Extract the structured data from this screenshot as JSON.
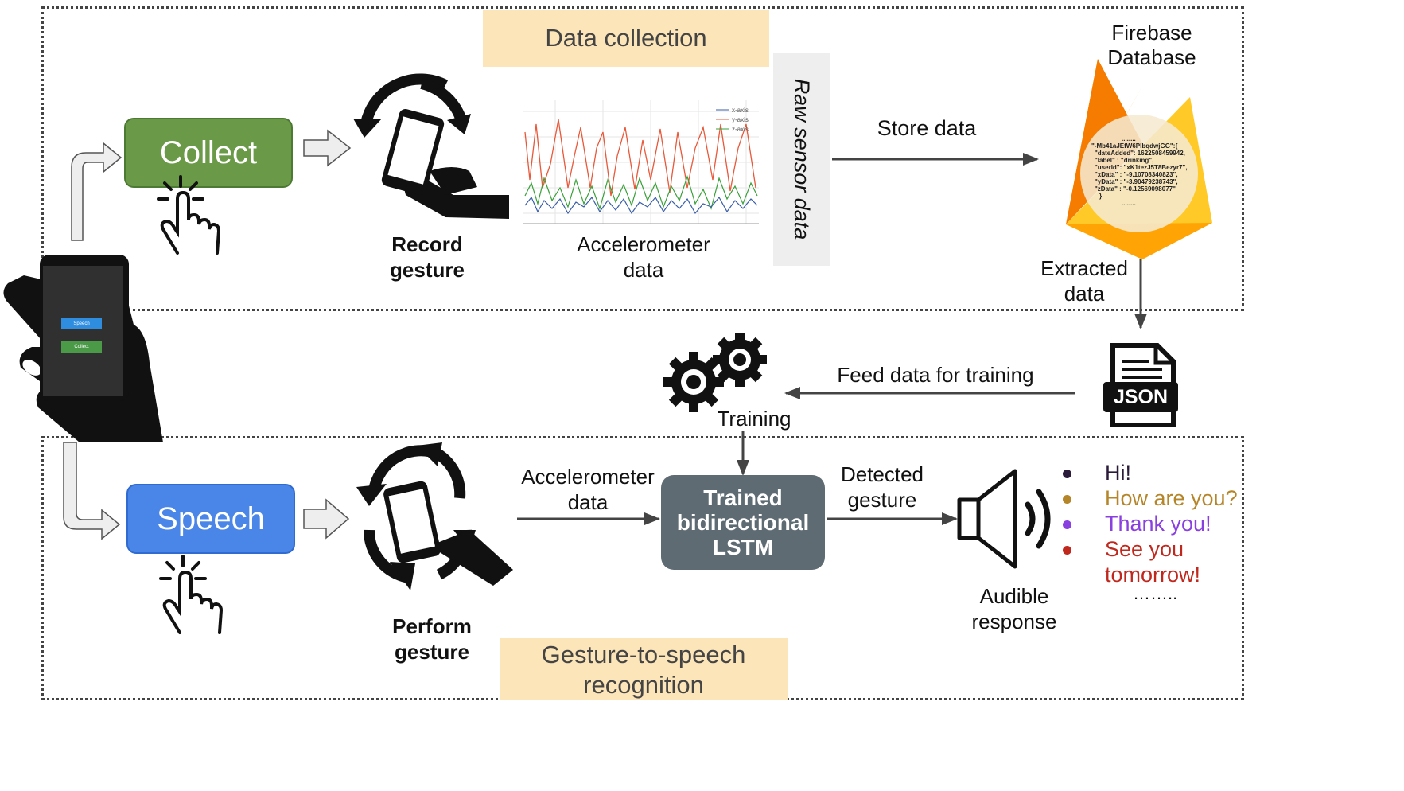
{
  "sections": {
    "top_title": "Data collection",
    "bottom_title_line1": "Gesture-to-speech",
    "bottom_title_line2": "recognition"
  },
  "phone_app": {
    "speech_button": "Speech",
    "collect_button": "Collect"
  },
  "buttons": {
    "collect": "Collect",
    "speech": "Speech"
  },
  "labels": {
    "record_line1": "Record",
    "record_line2": "gesture",
    "accel_top_line1": "Accelerometer",
    "accel_top_line2": "data",
    "raw_sensor": "Raw sensor data",
    "store_data": "Store data",
    "firebase_line1": "Firebase",
    "firebase_line2": "Database",
    "extracted_line1": "Extracted",
    "extracted_line2": "data",
    "json": "JSON",
    "feed_data": "Feed data for training",
    "training": "Training",
    "perform_line1": "Perform",
    "perform_line2": "gesture",
    "accel_bottom_line1": "Accelerometer",
    "accel_bottom_line2": "data",
    "detected_line1": "Detected",
    "detected_line2": "gesture",
    "audible_line1": "Audible",
    "audible_line2": "response"
  },
  "lstm": {
    "line1": "Trained",
    "line2": "bidirectional",
    "line3": "LSTM"
  },
  "chart_legend": {
    "x": "x-axis",
    "y": "y-axis",
    "z": "z-axis"
  },
  "firebase_record": {
    "dots_top": "........",
    "line1": "\"-Mb41aJEfW6PlbqdwjGG\":{",
    "line2": "\"dateAdded\": 1622508459942,",
    "line3": "\"label\" : \"drinking\",",
    "line4": "\"userId\": \"xK1tezJ5T8Bezyr7\",",
    "line5": "\"xData\" : \"-9.10708340823\",",
    "line6": "\"yData\" : \"-3.90479238743\",",
    "line7": "\"zData\" : \"-0.12569098077\"",
    "line8": "}",
    "dots_bottom": "........"
  },
  "responses": [
    {
      "text": "Hi!",
      "color": "#2b1b3a"
    },
    {
      "text": "How are you?",
      "color": "#b5852a"
    },
    {
      "text": "Thank you!",
      "color": "#8a3fe0"
    },
    {
      "text": "See you",
      "color": "#c0281e"
    },
    {
      "text": "tomorrow!",
      "color": "#c0281e"
    }
  ],
  "responses_more": "……..",
  "colors": {
    "collect_green": "#6a9a48",
    "speech_blue": "#4a86e8",
    "lstm_gray": "#5f6b73",
    "title_bg": "#fce5b8",
    "firebase_yellow": "#ffca28",
    "firebase_orange": "#ff9f1c"
  }
}
